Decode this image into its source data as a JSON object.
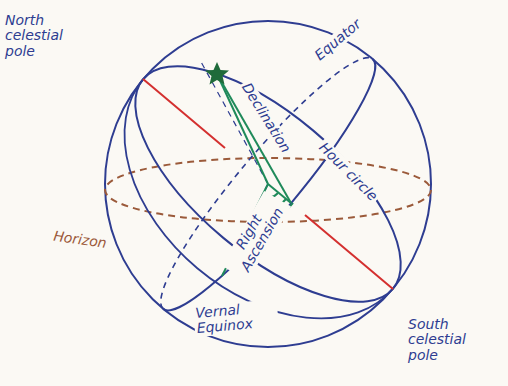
{
  "diagram": {
    "labels": [
      "North celestial pole",
      "Equator",
      "Declination",
      "Hour circle",
      "Right Ascension",
      "Horizon",
      "Vernal Equinox",
      "South celestial pole"
    ]
  }
}
